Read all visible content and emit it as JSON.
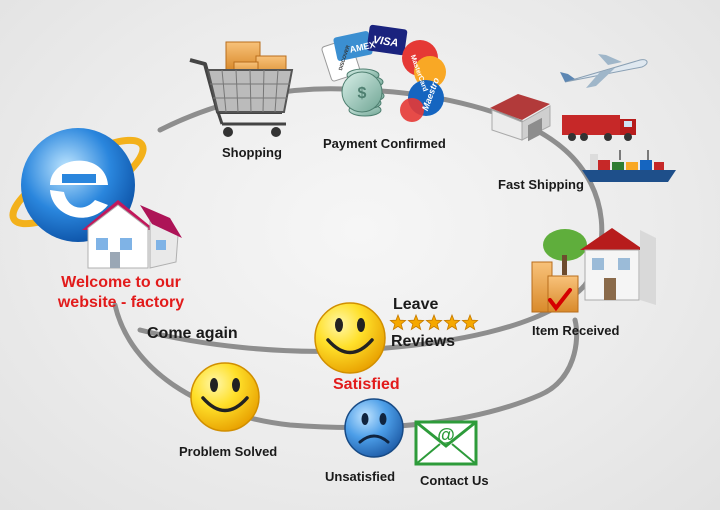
{
  "welcome": {
    "line1": "Welcome to our",
    "line2": "website - factory"
  },
  "steps": {
    "shopping": "Shopping",
    "payment": "Payment Confirmed",
    "shipping": "Fast Shipping",
    "received": "Item Received",
    "leave": "Leave",
    "reviews": "Reviews",
    "satisfied": "Satisfied",
    "come_again": "Come again",
    "unsatisfied": "Unsatisfied",
    "contact": "Contact Us",
    "problem_solved": "Problem Solved"
  },
  "cards": {
    "amex": "AMEX",
    "visa": "VISA",
    "mastercard": "MasterCard",
    "maestro": "Maestro",
    "discover": "DISCOVER"
  },
  "rating": {
    "stars": 5,
    "max": 5
  },
  "colors": {
    "accent_red": "#e21b1b",
    "flow_line": "#8c8c8c",
    "smiley_yellow": "#ffd21a",
    "sad_blue": "#3d8fd9",
    "mail_green": "#2d9b3a"
  }
}
